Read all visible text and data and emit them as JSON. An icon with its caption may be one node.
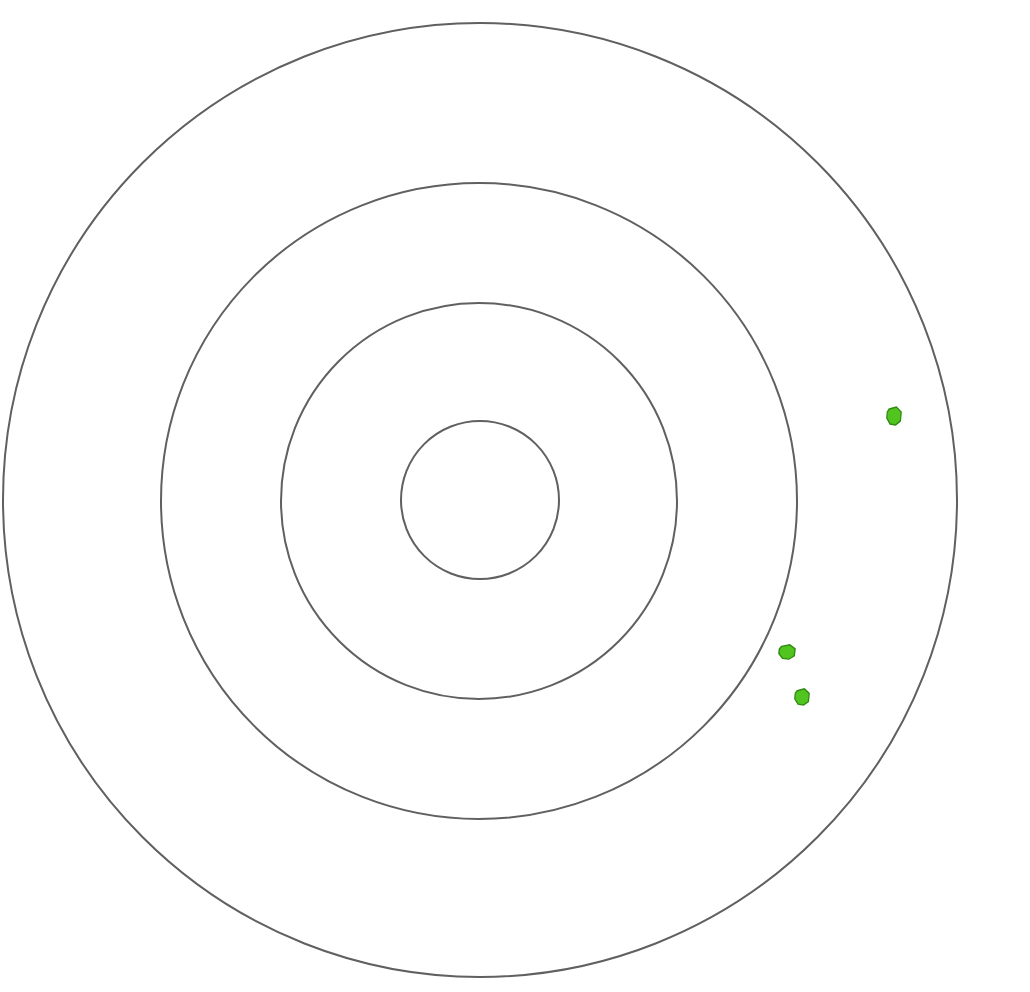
{
  "diagram": {
    "nodes": [
      {
        "text": [],
        "shape": "circle"
      },
      {
        "text": [],
        "shape": "circle",
        "in": 0
      },
      {
        "text": [],
        "shape": "circle",
        "in": 1
      },
      {
        "text": [],
        "shape": "circle",
        "in": 2
      },
      {
        "text": [],
        "shape": "dot",
        "in": 0
      },
      {
        "text": [],
        "shape": "dot",
        "in": 0
      },
      {
        "text": [],
        "shape": "dot",
        "in": 0
      }
    ]
  }
}
